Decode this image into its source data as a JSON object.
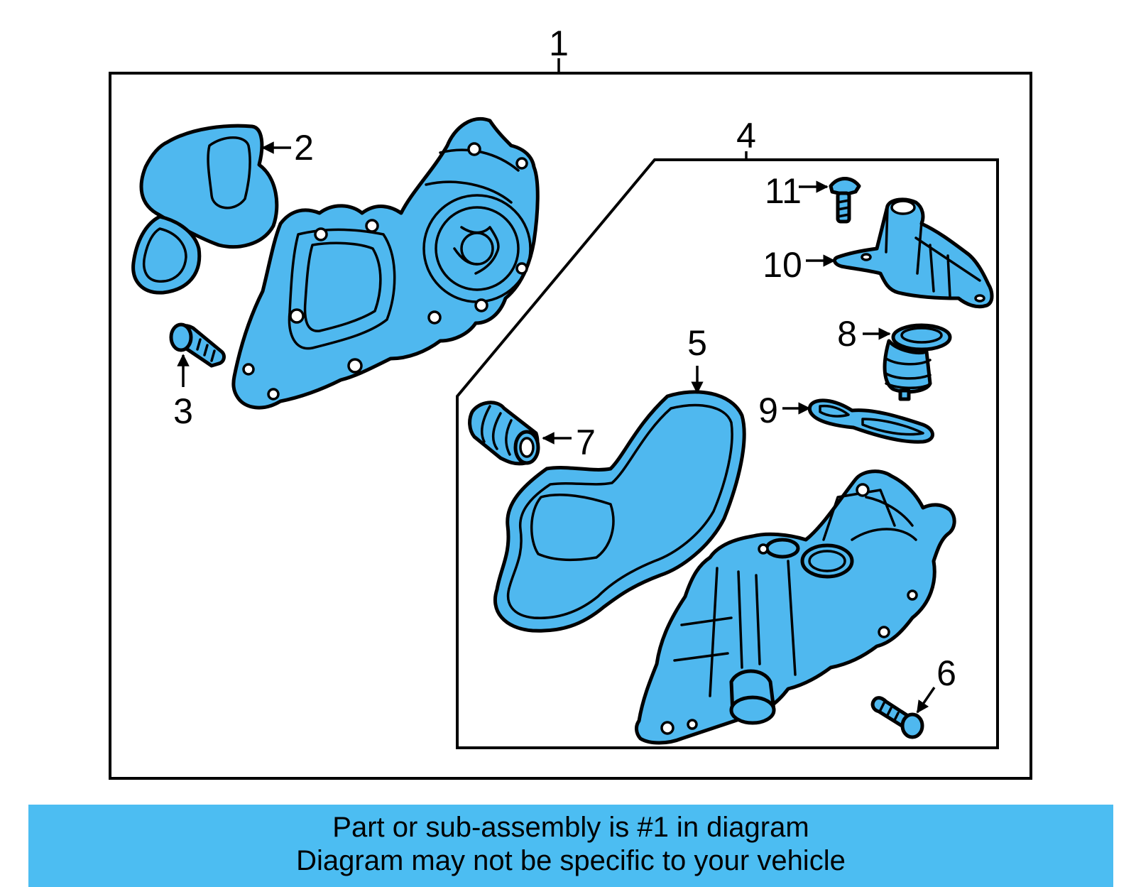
{
  "callouts": [
    "1",
    "2",
    "3",
    "4",
    "5",
    "6",
    "7",
    "8",
    "9",
    "10",
    "11"
  ],
  "banner": {
    "line1": "Part or sub-assembly is #1 in diagram",
    "line2": "Diagram may not be specific to your vehicle"
  },
  "colors": {
    "part_fill": "#4fb8ef",
    "banner_fill": "#4cbdf2",
    "outline": "#000000"
  }
}
